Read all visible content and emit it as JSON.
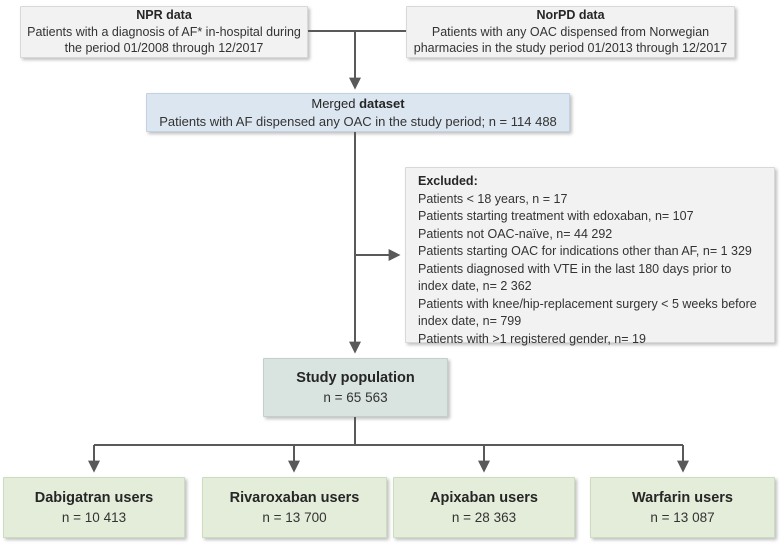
{
  "figure": {
    "type": "flowchart",
    "sources": [
      {
        "title": "NPR data",
        "body": "Patients with a diagnosis of AF* in-hospital during the period 01/2008 through 12/2017"
      },
      {
        "title": "NorPD data",
        "body": "Patients with any OAC dispensed from Norwegian pharmacies in the study period 01/2013 through 12/2017"
      }
    ],
    "merged": {
      "title_normal": "Merged ",
      "title_bold": "dataset",
      "body": "Patients with AF dispensed any OAC in the study period; n = 114 488"
    },
    "excluded": {
      "title": "Excluded:",
      "items": [
        "Patients < 18 years, n = 17",
        "Patients starting treatment with edoxaban, n= 107",
        "Patients not OAC-naïve, n= 44 292",
        "Patients starting OAC for indications other than AF, n= 1 329",
        "Patients diagnosed with VTE in the last 180 days prior to index date, n= 2 362",
        "Patients with knee/hip-replacement surgery < 5 weeks before index date, n= 799",
        "Patients with >1 registered gender, n= 19"
      ]
    },
    "study_population": {
      "title": "Study population",
      "n": "n = 65 563"
    },
    "groups": [
      {
        "title": "Dabigatran users",
        "n": "n = 10 413"
      },
      {
        "title": "Rivaroxaban users",
        "n": "n = 13 700"
      },
      {
        "title": "Apixaban users",
        "n": "n = 28 363"
      },
      {
        "title": "Warfarin users",
        "n": "n = 13 087"
      }
    ],
    "colors": {
      "line": "#595959",
      "source_box_fill": "#f2f2f2",
      "merged_box_fill": "#dce6f0",
      "study_box_fill": "#d9e3e0",
      "group_box_fill": "#e4edda"
    }
  }
}
